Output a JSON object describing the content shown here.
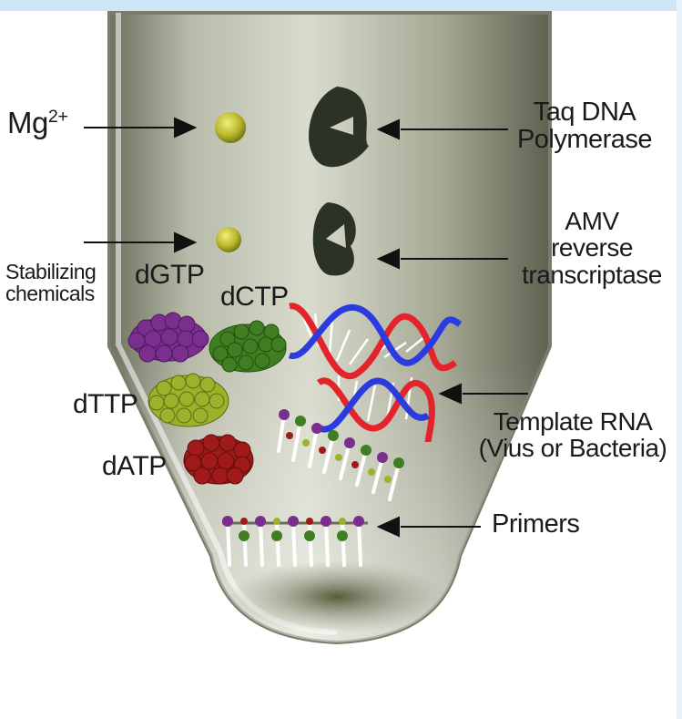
{
  "labels": {
    "mg": "Mg",
    "mg_sup": "2+",
    "taq_line1": "Taq DNA",
    "taq_line2": "Polymerase",
    "amv_line1": "AMV",
    "amv_line2": "reverse",
    "amv_line3": "transcriptase",
    "stab_line1": "Stabilizing",
    "stab_line2": "chemicals",
    "dgtp": "dGTP",
    "dctp": "dCTP",
    "dttp": "dTTP",
    "datp": "dATP",
    "template_line1": "Template RNA",
    "template_line2": "(Vius or Bacteria)",
    "primers": "Primers"
  },
  "colors": {
    "tube_fill": "#8f917e",
    "tube_highlight": "#d6d8c8",
    "magnesium": "#b7b52a",
    "enzyme": "#2b3326",
    "dgtp": "#7a2f8f",
    "dctp": "#3f7f22",
    "dttp": "#9bb32a",
    "datp": "#a11a1a",
    "dna_red": "#e3242b",
    "dna_blue": "#2a3be0"
  }
}
